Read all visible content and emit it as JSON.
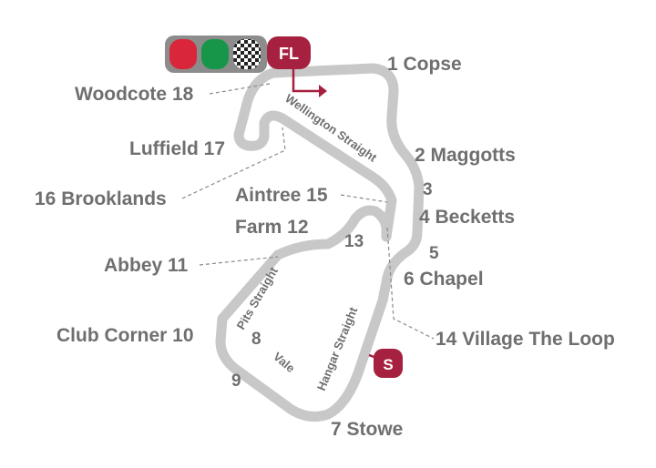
{
  "circuit": {
    "track_color": "#c8c8c8",
    "label_color": "#6f6f6f",
    "accent_color": "#a6203f"
  },
  "legend": {
    "lights": [
      {
        "name": "red-flag-light",
        "color": "#d9263a"
      },
      {
        "name": "green-flag-light",
        "color": "#17964a"
      },
      {
        "name": "chequered-flag-light",
        "color": "checkered"
      }
    ],
    "panel_color": "#8c8c8c"
  },
  "markers": {
    "finish_line": "FL",
    "start": "S"
  },
  "corners": {
    "c1": "1 Copse",
    "c2": "2 Maggotts",
    "c3": "3",
    "c4": "4 Becketts",
    "c5": "5",
    "c6": "6 Chapel",
    "c7": "7 Stowe",
    "c8": "8",
    "c9": "9",
    "c10": "Club Corner 10",
    "c11": "Abbey 11",
    "c12": "Farm 12",
    "c13": "13",
    "c14": "14 Village The Loop",
    "c15": "Aintree 15",
    "c16": "16 Brooklands",
    "c17": "Luffield 17",
    "c18": "Woodcote 18"
  },
  "straights": {
    "wellington": "Wellington Straight",
    "hangar": "Hangar Straight",
    "pits": "Pits Straight",
    "vale": "Vale"
  }
}
